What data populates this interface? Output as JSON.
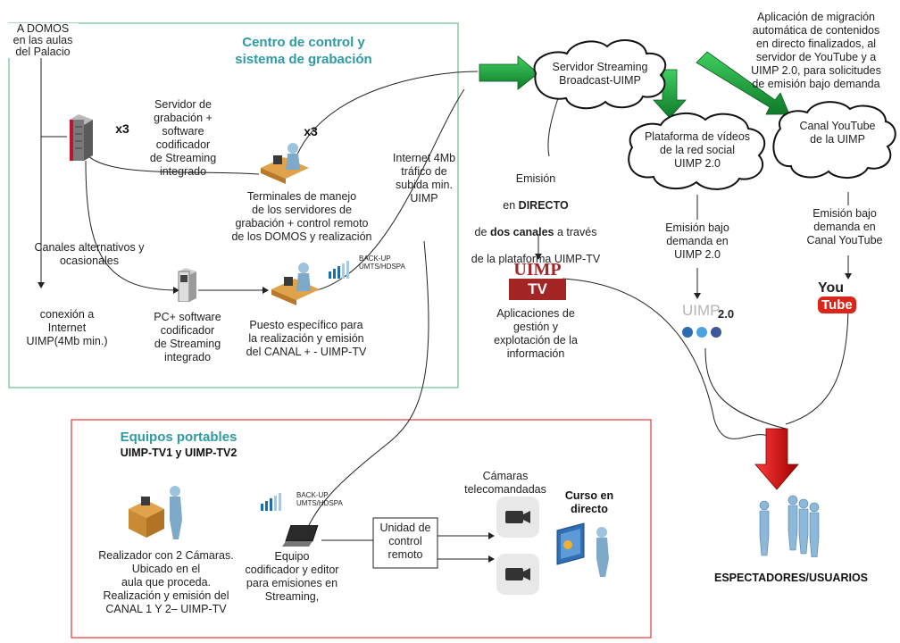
{
  "control_center": {
    "title": "Centro de control y\nsistema de grabación",
    "domos": "A DOMOS\nen las aulas\ndel Palacio",
    "x3_server": "x3",
    "x3_terminal": "x3",
    "server_label": "Servidor de\ngrabación +\nsoftware\ncodificador\nde Streaming\nintegrado",
    "terminals_label": "Terminales de manejo\nde los servidores de\ngrabación + control remoto\nde los DOMOS y realización",
    "alt_channels": "Canales alternativos y\nocasionales",
    "internet_conn": "conexión a\nInternet\nUIMP(4Mb min.)",
    "pc_label": "PC+ software\ncodificador\nde Streaming\nintegrado",
    "puesto_label": "Puesto específico para\nla realización y emisión\ndel CANAL + - UIMP-TV",
    "backup": "BACK-UP\nUMTS/HDSPA"
  },
  "internet_label": "Internet 4Mb\ntráfico de\nsubida min.\nUIMP",
  "streaming_server": "Servidor Streaming\nBroadcast-UIMP",
  "emision_directo": {
    "line1": "Emisión",
    "line2_pre": "en ",
    "line2_bold": "DIRECTO",
    "line3_pre": "de ",
    "line3_bold": "dos canales",
    "line3_post": " a través",
    "line4": "de la plataforma UIMP-TV"
  },
  "uimp_tv": {
    "logo_top": "UIMP",
    "logo_bottom": "TV",
    "desc": "Aplicaciones de\ngestión y\nexplotación de la\ninformación"
  },
  "migration_note": "Aplicación de migración\nautomática de contenidos\nen directo finalizados, al\nservidor de YouTube y a\nUIMP 2.0, para solicitudes\nde emisión bajo demanda",
  "social_cloud": "Plataforma de vídeos\nde la red social\nUIMP 2.0",
  "youtube_cloud": "Canal YouTube\nde la UIMP",
  "emision_uimp20": "Emisión bajo\ndemanda en\nUIMP 2.0",
  "emision_youtube": "Emisión bajo\ndemanda en\nCanal YouTube",
  "uimp20_logo": {
    "text": "UIMP",
    "version": "2.0"
  },
  "youtube_logo": {
    "you": "You",
    "tube": "Tube"
  },
  "spectators": "ESPECTADORES/USUARIOS",
  "portable": {
    "title": "Equipos portables",
    "subtitle": "UIMP-TV1 y UIMP-TV2",
    "realizador": "Realizador con 2  Cámaras.\nUbicado en el\naula que proceda.\nRealización y emisión del\nCANAL 1 Y 2– UIMP-TV",
    "backup": "BACK-UP\nUMTS/HDSPA",
    "equipo": "Equipo\ncodificador y editor\npara emisiones en\nStreaming,",
    "unidad": "Unidad de\ncontrol\nremoto",
    "camaras": "Cámaras\ntelecomandadas",
    "curso": "Curso en\ndirecto"
  },
  "colors": {
    "green_box": "#6dbf8f",
    "red_box": "#e23a3a",
    "green_arrow": "#1e9a3a",
    "red_arrow": "#d01010",
    "header_teal": "#2e9aa4",
    "uimp_red": "#a32525"
  }
}
